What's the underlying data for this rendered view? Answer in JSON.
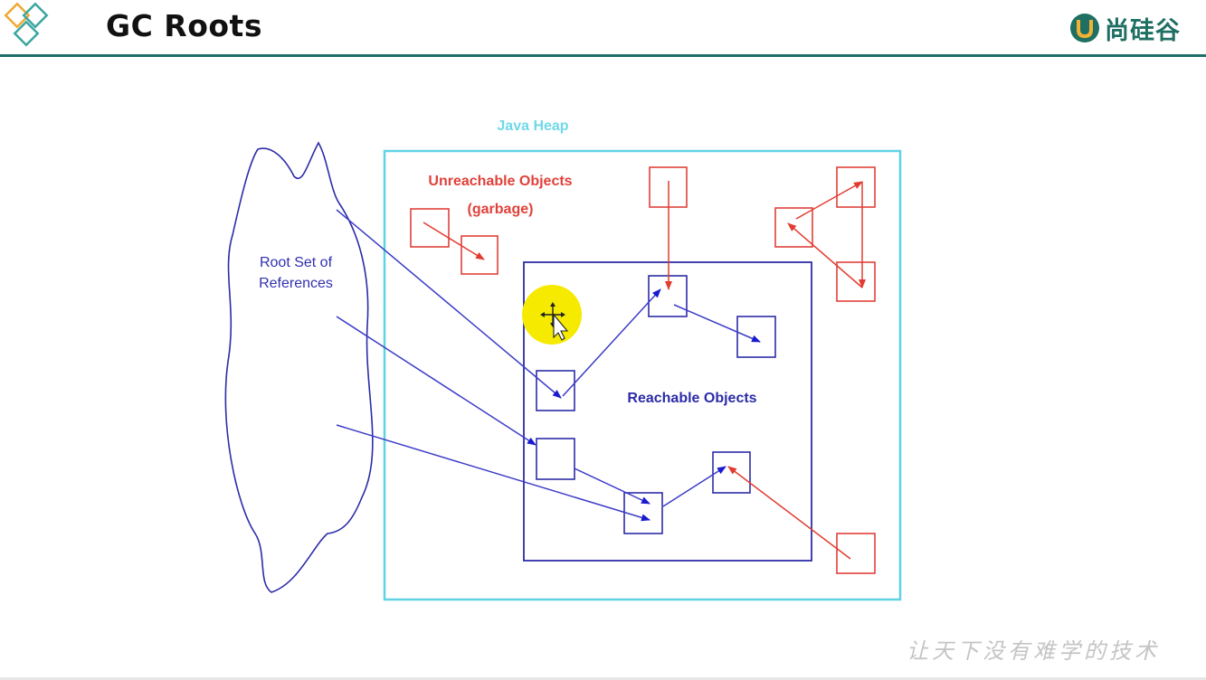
{
  "slide": {
    "title": "GC Roots",
    "brand_name": "尚硅谷",
    "slogan": "让天下没有难学的技术"
  },
  "diagram": {
    "heap_label": "Java Heap",
    "root_set_label_line1": "Root Set of",
    "root_set_label_line2": "References",
    "unreachable_label_line1": "Unreachable Objects",
    "unreachable_label_line2": "(garbage)",
    "reachable_label": "Reachable Objects"
  },
  "colors": {
    "header_line": "#1e6f68",
    "brand": "#1f6f63",
    "heap_border": "#5fd3e3",
    "heap_label": "#6fd8e8",
    "reachable": "#2c2ca8",
    "unreachable": "#e0413a",
    "cursor_highlight": "#f5ea00"
  },
  "icons": {
    "logo": "diamond-logo-icon",
    "brand": "u-brand-icon",
    "cursor": "move-cursor-icon"
  }
}
